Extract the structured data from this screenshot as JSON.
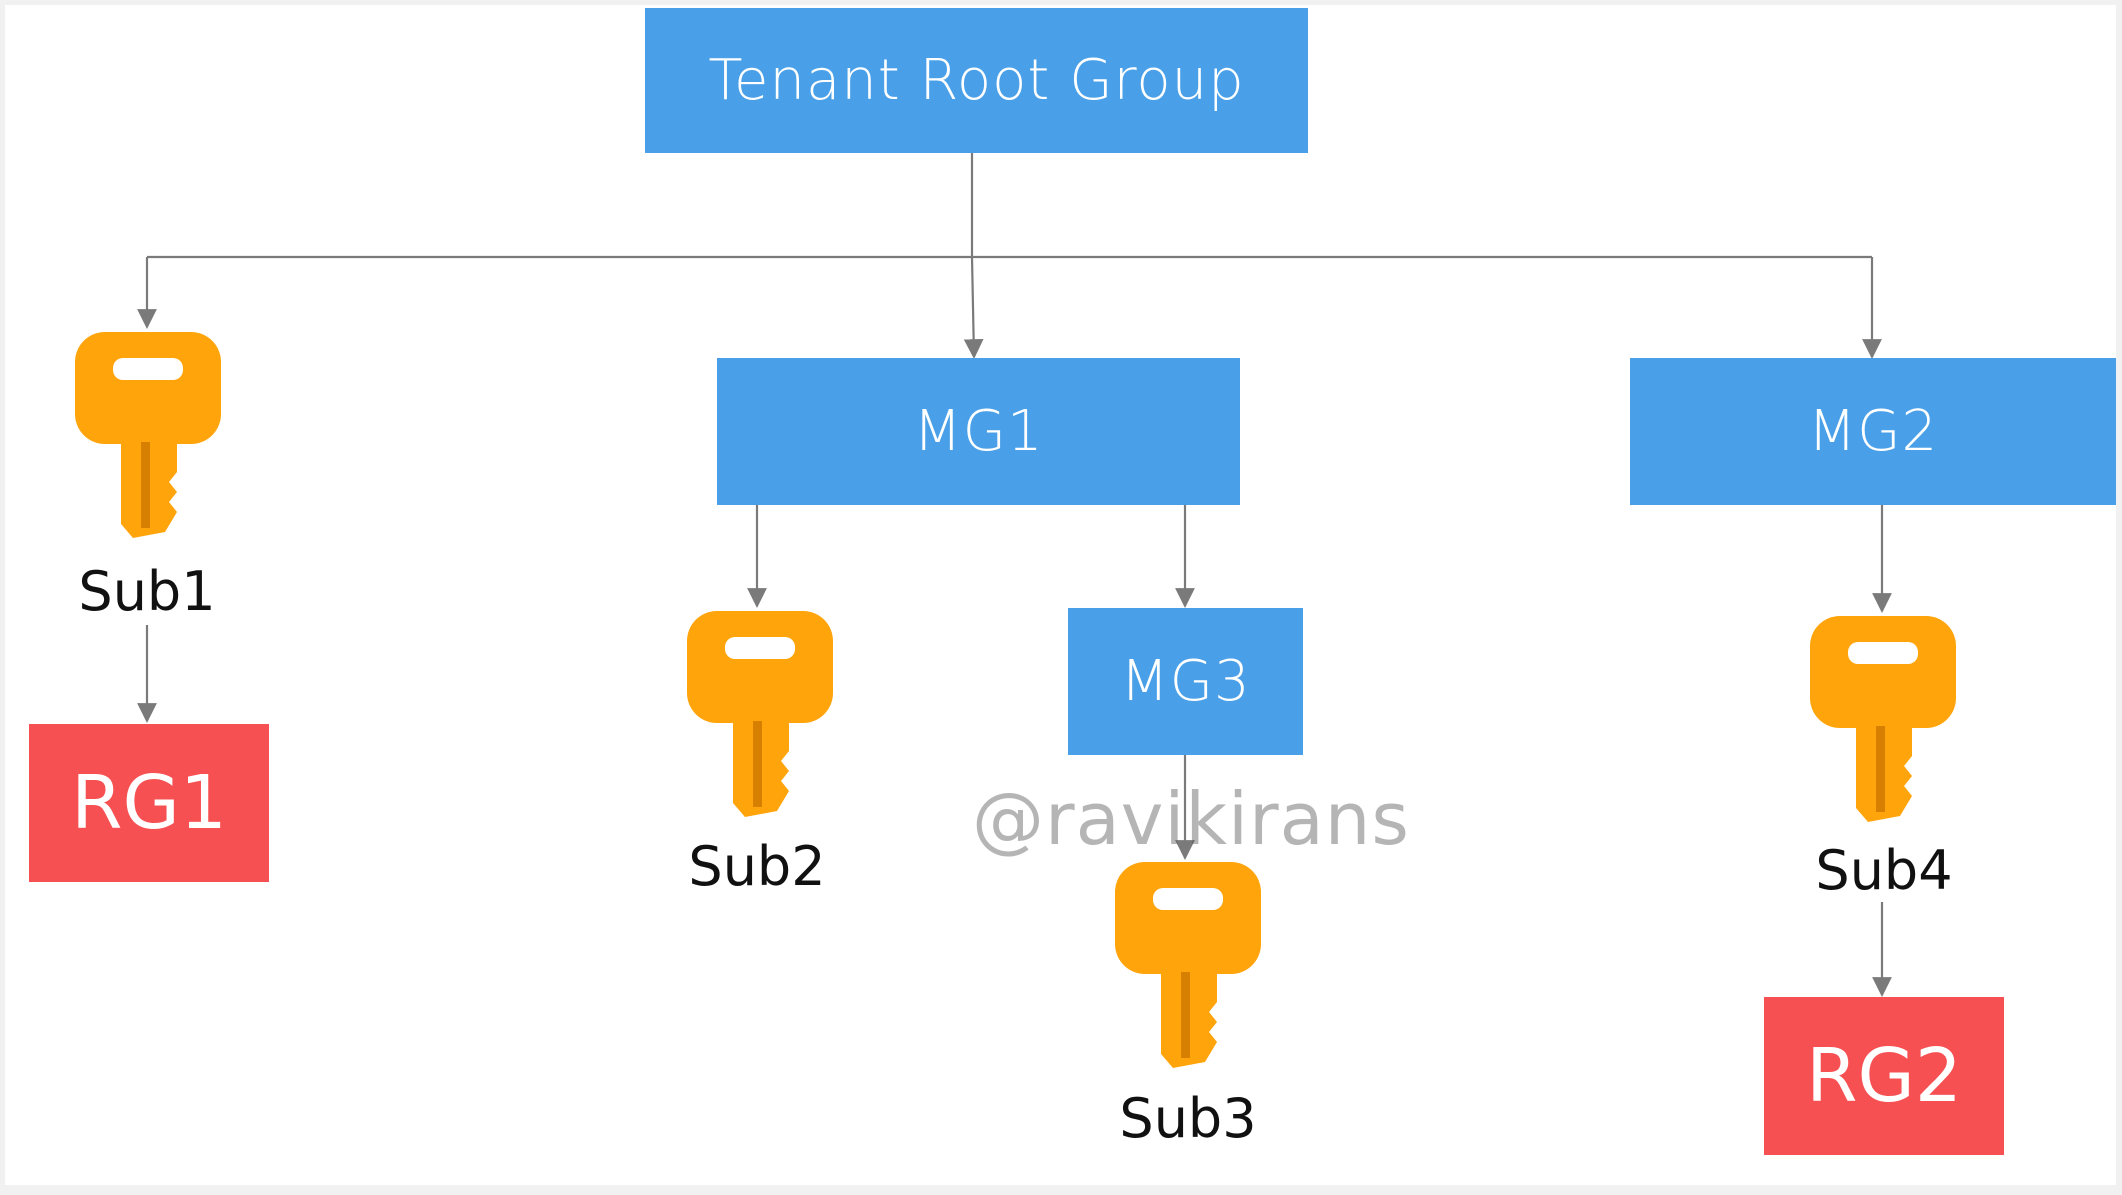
{
  "nodes": {
    "root": {
      "label": "Tenant Root Group"
    },
    "mg1": {
      "label": "MG1"
    },
    "mg2": {
      "label": "MG2"
    },
    "mg3": {
      "label": "MG3"
    },
    "sub1": {
      "label": "Sub1",
      "icon": "key-icon"
    },
    "sub2": {
      "label": "Sub2",
      "icon": "key-icon"
    },
    "sub3": {
      "label": "Sub3",
      "icon": "key-icon"
    },
    "sub4": {
      "label": "Sub4",
      "icon": "key-icon"
    },
    "rg1": {
      "label": "RG1"
    },
    "rg2": {
      "label": "RG2"
    }
  },
  "edges": [
    [
      "root",
      "sub1"
    ],
    [
      "root",
      "mg1"
    ],
    [
      "root",
      "mg2"
    ],
    [
      "sub1",
      "rg1"
    ],
    [
      "mg1",
      "sub2"
    ],
    [
      "mg1",
      "mg3"
    ],
    [
      "mg3",
      "sub3"
    ],
    [
      "mg2",
      "sub4"
    ],
    [
      "sub4",
      "rg2"
    ]
  ],
  "watermark": "@ravikirans",
  "colors": {
    "management_group": "#4aa0e8",
    "resource_group": "#f75052",
    "subscription_key": "#ffa40a",
    "connector": "#7a7a7a"
  }
}
